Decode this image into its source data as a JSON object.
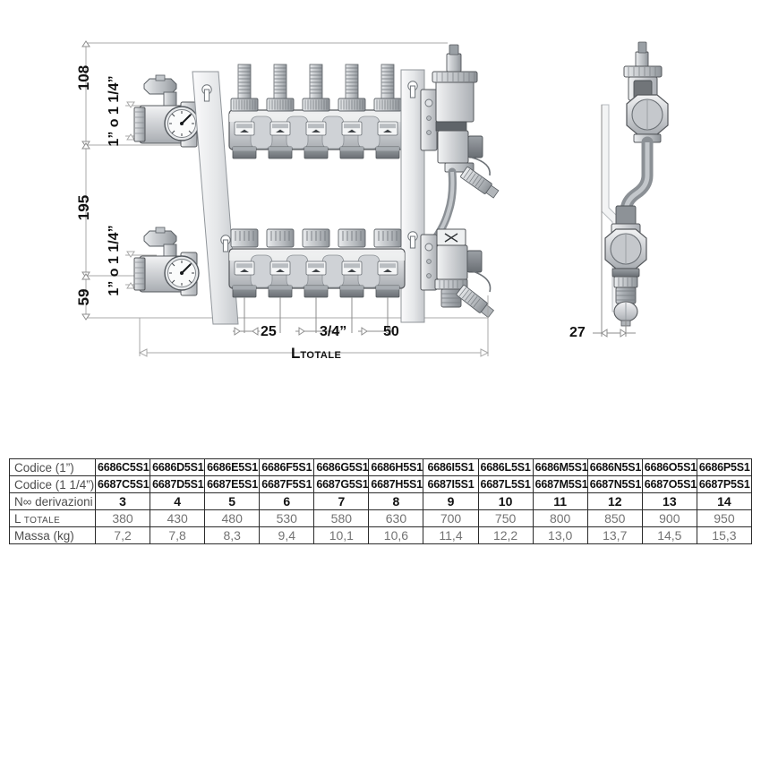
{
  "drawing": {
    "vertical_dimensions": [
      {
        "label": "108"
      },
      {
        "label": "195"
      },
      {
        "label": "59"
      }
    ],
    "thread_labels": [
      {
        "label": "1” o 1 1/4”"
      },
      {
        "label": "1” o 1 1/4”"
      }
    ],
    "horizontal_dimensions": [
      {
        "label": "25"
      },
      {
        "label": "3/4”"
      },
      {
        "label": "50"
      }
    ],
    "total_length": {
      "symbol": "L",
      "subscript": "TOTALE"
    },
    "side_view_dimension": {
      "label": "27"
    },
    "colors": {
      "outline": "#55585c",
      "body_light": "#e9eaec",
      "body_mid": "#c7c9cd",
      "body_dark": "#9a9ea3",
      "accent_dark": "#6f7479",
      "dim_line": "#9b9b9b",
      "text": "#111111"
    }
  },
  "table": {
    "rows": [
      {
        "header": "Codice (1”)",
        "header_sub": "",
        "style": "code",
        "values": [
          "6686C5S1",
          "6686D5S1",
          "6686E5S1",
          "6686F5S1",
          "6686G5S1",
          "6686H5S1",
          "6686I5S1",
          "6686L5S1",
          "6686M5S1",
          "6686N5S1",
          "6686O5S1",
          "6686P5S1"
        ]
      },
      {
        "header": "Codice (1 1/4”)",
        "header_sub": "",
        "style": "code",
        "values": [
          "6687C5S1",
          "6687D5S1",
          "6687E5S1",
          "6687F5S1",
          "6687G5S1",
          "6687H5S1",
          "6687I5S1",
          "6687L5S1",
          "6687M5S1",
          "6687N5S1",
          "6687O5S1",
          "6687P5S1"
        ]
      },
      {
        "header": "N∞ derivazioni",
        "header_sub": "",
        "style": "count",
        "values": [
          "3",
          "4",
          "5",
          "6",
          "7",
          "8",
          "9",
          "10",
          "11",
          "12",
          "13",
          "14"
        ]
      },
      {
        "header": "L",
        "header_sub": "TOTALE",
        "style": "val",
        "values": [
          "380",
          "430",
          "480",
          "530",
          "580",
          "630",
          "700",
          "750",
          "800",
          "850",
          "900",
          "950"
        ]
      },
      {
        "header": "Massa (kg)",
        "header_sub": "",
        "style": "val",
        "values": [
          "7,2",
          "7,8",
          "8,3",
          "9,4",
          "10,1",
          "10,6",
          "11,4",
          "12,2",
          "13,0",
          "13,7",
          "14,5",
          "15,3"
        ]
      }
    ]
  }
}
